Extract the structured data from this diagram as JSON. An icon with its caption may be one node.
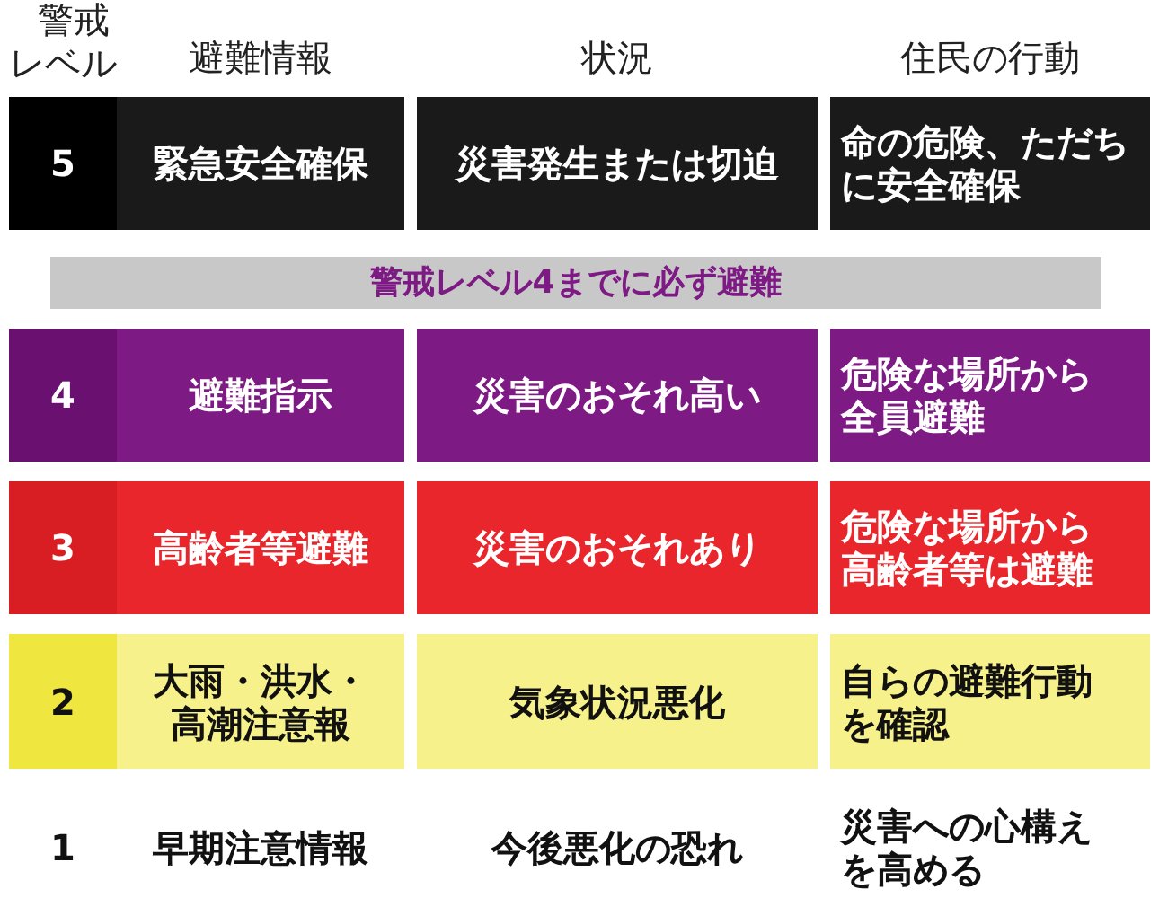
{
  "diagram": {
    "nodes": [
      {
        "text": [
          "5"
        ]
      },
      {
        "text": [
          "緊急安全確保"
        ]
      },
      {
        "text": [
          "災害発生または切迫"
        ]
      },
      {
        "text": [
          "命の危険、ただちに安全確保"
        ]
      },
      {
        "text": [
          "警戒レベル4までに必ず避難"
        ]
      },
      {
        "text": [
          "4"
        ]
      },
      {
        "text": [
          "避難指示"
        ]
      },
      {
        "text": [
          "災害のおそれ高い"
        ]
      },
      {
        "text": [
          "危険な場所から全員避難"
        ]
      },
      {
        "text": [
          "3"
        ]
      },
      {
        "text": [
          "高齢者等避難"
        ]
      },
      {
        "text": [
          "災害のおそれあり"
        ]
      },
      {
        "text": [
          "危険な場所から高齢者等は避難"
        ]
      },
      {
        "text": [
          "2"
        ]
      },
      {
        "text": [
          "大雨・洪水・高潮注意報"
        ]
      },
      {
        "text": [
          "気象状況悪化"
        ]
      },
      {
        "text": [
          "自らの避難行動を確認"
        ]
      }
    ],
    "labels": [
      "警戒レベル",
      "避難情報",
      "状況",
      "住民の行動",
      "1",
      "早期注意情報",
      "今後悪化の恐れ",
      "災害への心構えを高める"
    ]
  }
}
